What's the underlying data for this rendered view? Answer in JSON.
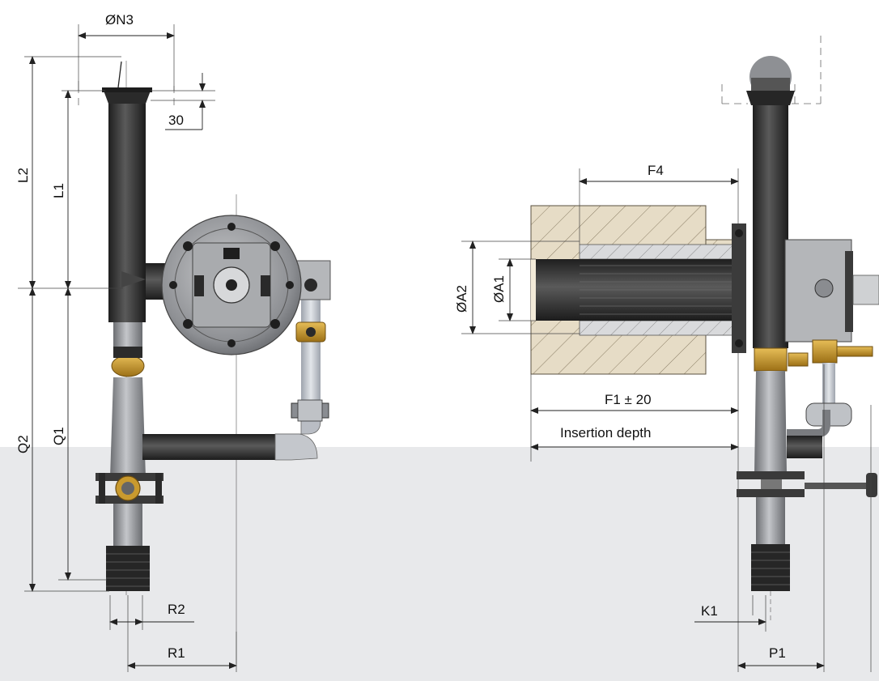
{
  "labels": {
    "n3": "ØN3",
    "d30": "30",
    "l2": "L2",
    "l1": "L1",
    "q2": "Q2",
    "q1": "Q1",
    "r2": "R2",
    "r1": "R1",
    "f4": "F4",
    "a2": "ØA2",
    "a1": "ØA1",
    "f1": "F1 ± 20",
    "insertion": "Insertion depth",
    "k1": "K1",
    "p1": "P1"
  },
  "colors": {
    "background_lower": "#e8e9eb",
    "pipe_dark": "#3b3b3b",
    "pipe_grey": "#8d8f93",
    "brass": "#c99a2e",
    "refractory": "#e6dcc6"
  }
}
